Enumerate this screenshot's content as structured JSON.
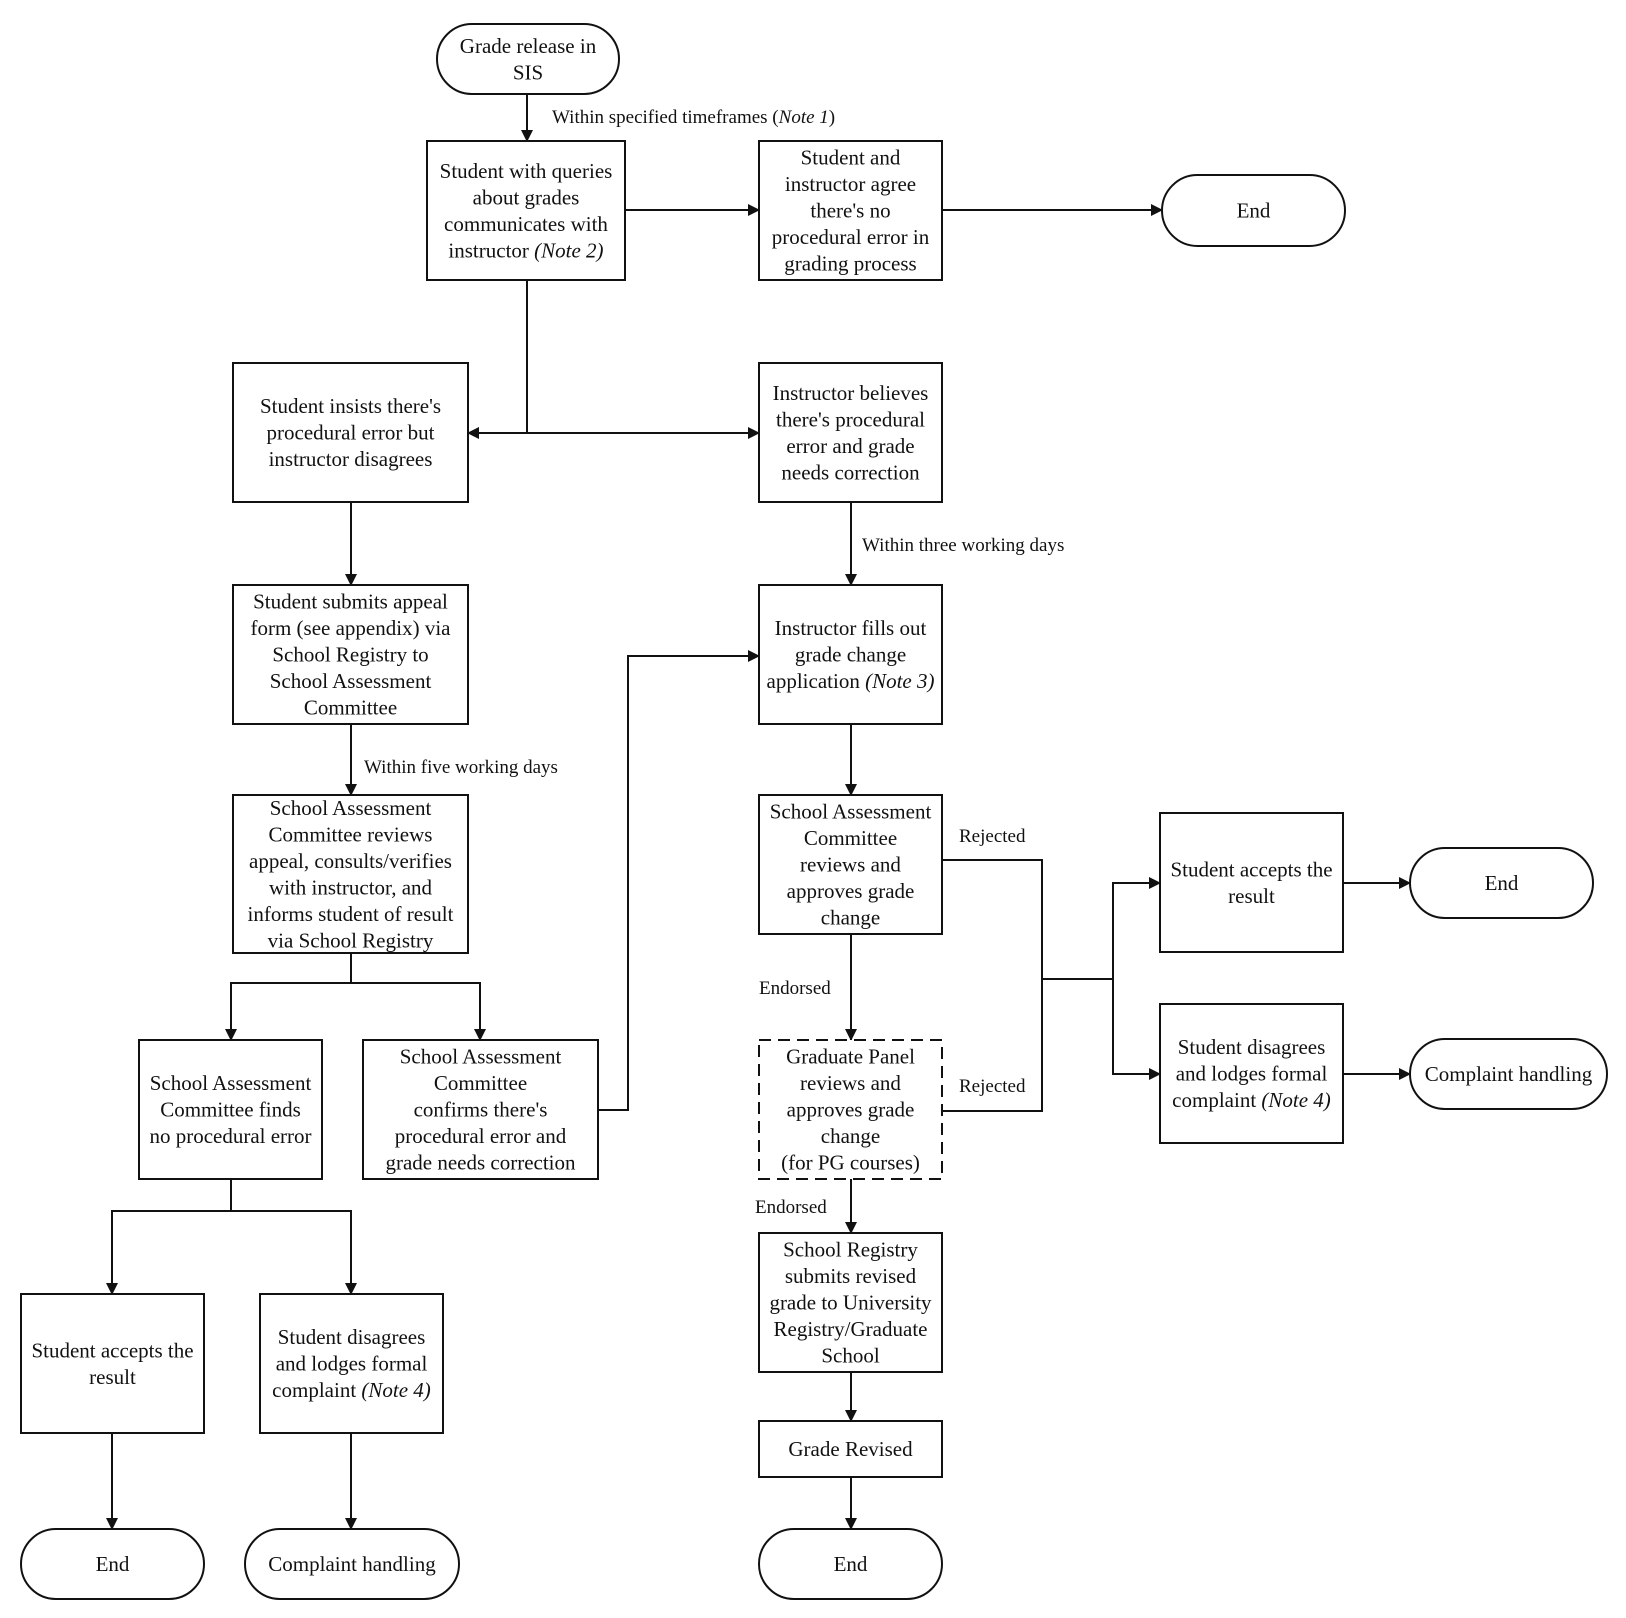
{
  "title": "Grade appeal process flowchart",
  "colors": {
    "stroke": "#111111",
    "text": "#111111",
    "background": "#ffffff"
  },
  "nodes": [
    {
      "id": "grade_release",
      "shape": "terminal",
      "lines": [
        [
          "Grade release in"
        ],
        [
          "SIS"
        ]
      ]
    },
    {
      "id": "student_queries",
      "shape": "process",
      "lines": [
        [
          "Student with queries"
        ],
        [
          "about grades"
        ],
        [
          "communicates with"
        ],
        [
          "instructor ",
          {
            "note": "(Note 2)"
          }
        ]
      ]
    },
    {
      "id": "agree_no_error",
      "shape": "process",
      "lines": [
        [
          "Student and"
        ],
        [
          "instructor agree"
        ],
        [
          "there's no"
        ],
        [
          "procedural error in"
        ],
        [
          "grading process"
        ]
      ]
    },
    {
      "id": "end_top",
      "shape": "terminal",
      "lines": [
        [
          "End"
        ]
      ]
    },
    {
      "id": "student_insists",
      "shape": "process",
      "lines": [
        [
          "Student insists there's"
        ],
        [
          "procedural error but"
        ],
        [
          "instructor disagrees"
        ]
      ]
    },
    {
      "id": "instructor_believes",
      "shape": "process",
      "lines": [
        [
          "Instructor believes"
        ],
        [
          "there's procedural"
        ],
        [
          "error and grade"
        ],
        [
          "needs correction"
        ]
      ]
    },
    {
      "id": "submit_appeal",
      "shape": "process",
      "lines": [
        [
          "Student submits appeal"
        ],
        [
          "form (see appendix) via"
        ],
        [
          "School Registry to"
        ],
        [
          "School Assessment"
        ],
        [
          "Committee"
        ]
      ]
    },
    {
      "id": "fills_application",
      "shape": "process",
      "lines": [
        [
          "Instructor fills out"
        ],
        [
          "grade change"
        ],
        [
          "application ",
          {
            "note": "(Note 3)"
          }
        ]
      ]
    },
    {
      "id": "sac_reviews_appeal",
      "shape": "process",
      "lines": [
        [
          "School Assessment"
        ],
        [
          "Committee reviews"
        ],
        [
          "appeal, consults/verifies"
        ],
        [
          "with instructor, and"
        ],
        [
          "informs student of result"
        ],
        [
          "via School Registry"
        ]
      ]
    },
    {
      "id": "sac_approves",
      "shape": "process",
      "lines": [
        [
          "School Assessment"
        ],
        [
          "Committee"
        ],
        [
          "reviews and"
        ],
        [
          "approves grade"
        ],
        [
          "change"
        ]
      ]
    },
    {
      "id": "sac_no_error",
      "shape": "process",
      "lines": [
        [
          "School Assessment"
        ],
        [
          "Committee finds"
        ],
        [
          "no procedural error"
        ]
      ]
    },
    {
      "id": "sac_confirms_error",
      "shape": "process",
      "lines": [
        [
          "School Assessment"
        ],
        [
          "Committee"
        ],
        [
          "confirms there's"
        ],
        [
          "procedural error and"
        ],
        [
          "grade needs correction"
        ]
      ]
    },
    {
      "id": "graduate_panel",
      "shape": "process-dashed",
      "lines": [
        [
          "Graduate Panel"
        ],
        [
          "reviews and"
        ],
        [
          "approves grade"
        ],
        [
          "change"
        ],
        [
          "(for PG courses)"
        ]
      ]
    },
    {
      "id": "accept_right",
      "shape": "process",
      "lines": [
        [
          "Student accepts the"
        ],
        [
          "result"
        ]
      ]
    },
    {
      "id": "end_right",
      "shape": "terminal",
      "lines": [
        [
          "End"
        ]
      ]
    },
    {
      "id": "disagree_right",
      "shape": "process",
      "lines": [
        [
          "Student disagrees"
        ],
        [
          "and lodges formal"
        ],
        [
          "complaint ",
          {
            "note": "(Note 4)"
          }
        ]
      ]
    },
    {
      "id": "complaint_right",
      "shape": "terminal",
      "lines": [
        [
          "Complaint handling"
        ]
      ]
    },
    {
      "id": "registry_submits",
      "shape": "process",
      "lines": [
        [
          "School Registry"
        ],
        [
          "submits revised"
        ],
        [
          "grade to University"
        ],
        [
          "Registry/Graduate"
        ],
        [
          "School"
        ]
      ]
    },
    {
      "id": "grade_revised",
      "shape": "process",
      "lines": [
        [
          "Grade Revised"
        ]
      ]
    },
    {
      "id": "accept_left",
      "shape": "process",
      "lines": [
        [
          "Student accepts the"
        ],
        [
          "result"
        ]
      ]
    },
    {
      "id": "disagree_left",
      "shape": "process",
      "lines": [
        [
          "Student disagrees"
        ],
        [
          "and lodges formal"
        ],
        [
          "complaint ",
          {
            "note": "(Note 4)"
          }
        ]
      ]
    },
    {
      "id": "end_left",
      "shape": "terminal",
      "lines": [
        [
          "End"
        ]
      ]
    },
    {
      "id": "complaint_left",
      "shape": "terminal",
      "lines": [
        [
          "Complaint handling"
        ]
      ]
    },
    {
      "id": "end_bottom",
      "shape": "terminal",
      "lines": [
        [
          "End"
        ]
      ]
    }
  ],
  "edges": [
    {
      "from": "grade_release",
      "to": "student_queries",
      "label": [
        "Within specified timeframes (",
        {
          "note": "Note 1"
        },
        ")"
      ]
    },
    {
      "from": "student_queries",
      "to": "agree_no_error"
    },
    {
      "from": "agree_no_error",
      "to": "end_top"
    },
    {
      "from": "student_queries",
      "to": "student_insists"
    },
    {
      "from": "student_queries",
      "to": "instructor_believes"
    },
    {
      "from": "student_insists",
      "to": "submit_appeal"
    },
    {
      "from": "instructor_believes",
      "to": "fills_application",
      "label": [
        "Within three working days"
      ]
    },
    {
      "from": "submit_appeal",
      "to": "sac_reviews_appeal",
      "label": [
        "Within five working days"
      ]
    },
    {
      "from": "sac_reviews_appeal",
      "to": "sac_no_error"
    },
    {
      "from": "sac_reviews_appeal",
      "to": "sac_confirms_error"
    },
    {
      "from": "sac_confirms_error",
      "to": "fills_application"
    },
    {
      "from": "fills_application",
      "to": "sac_approves"
    },
    {
      "from": "sac_approves",
      "to": "graduate_panel",
      "label": [
        "Endorsed"
      ]
    },
    {
      "from": "sac_approves",
      "to": "accept_right",
      "label": [
        "Rejected"
      ]
    },
    {
      "from": "graduate_panel",
      "to": "disagree_right",
      "label": [
        "Rejected"
      ]
    },
    {
      "from": "accept_right",
      "to": "end_right"
    },
    {
      "from": "disagree_right",
      "to": "complaint_right"
    },
    {
      "from": "graduate_panel",
      "to": "registry_submits",
      "label": [
        "Endorsed"
      ]
    },
    {
      "from": "registry_submits",
      "to": "grade_revised"
    },
    {
      "from": "grade_revised",
      "to": "end_bottom"
    },
    {
      "from": "sac_no_error",
      "to": "accept_left"
    },
    {
      "from": "sac_no_error",
      "to": "disagree_left"
    },
    {
      "from": "accept_left",
      "to": "end_left"
    },
    {
      "from": "disagree_left",
      "to": "complaint_left"
    }
  ]
}
